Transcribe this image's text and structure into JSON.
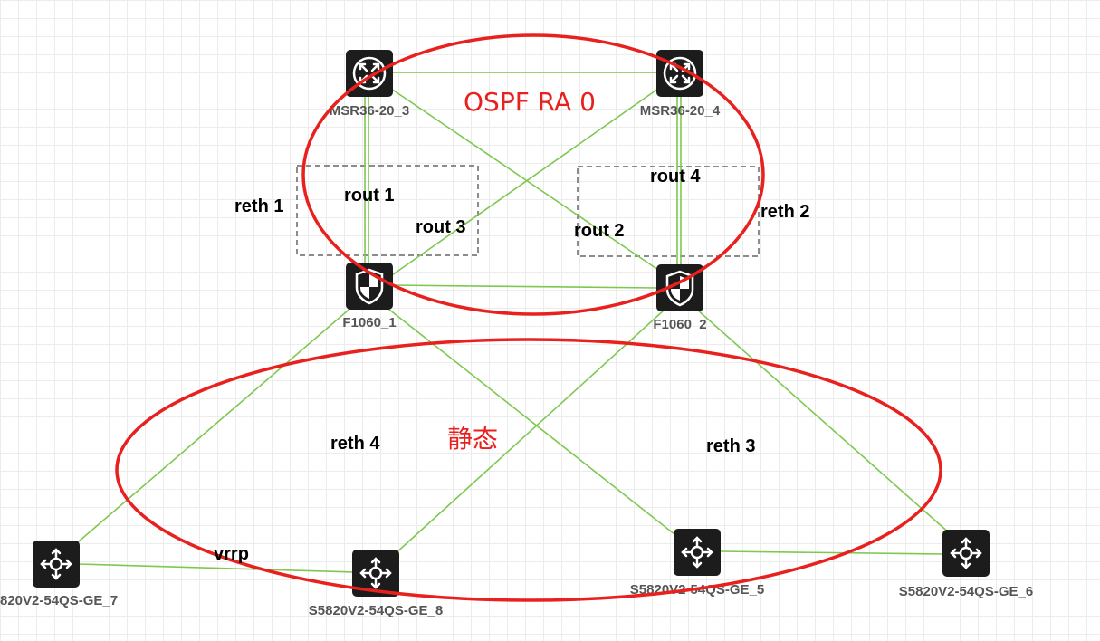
{
  "zones": {
    "ospf": "OSPF RA 0",
    "static": "静态"
  },
  "devices": {
    "msr3": "MSR36-20_3",
    "msr4": "MSR36-20_4",
    "fw1": "F1060_1",
    "fw2": "F1060_2",
    "sw7": "820V2-54QS-GE_7",
    "sw8": "S5820V2-54QS-GE_8",
    "sw5": "S5820V2-54QS-GE_5",
    "sw6": "S5820V2-54QS-GE_6"
  },
  "labels": {
    "reth1": "reth 1",
    "reth2": "reth 2",
    "reth3": "reth 3",
    "reth4": "reth 4",
    "rout1": "rout 1",
    "rout2": "rout 2",
    "rout3": "rout 3",
    "rout4": "rout 4",
    "vrrp": "vrrp"
  },
  "icons": {
    "router": "router-icon",
    "firewall": "firewall-shield-icon",
    "switch": "switch-icon"
  },
  "colors": {
    "link": "#7ec850",
    "zone": "#e8201e",
    "device": "#1c1c1c"
  }
}
